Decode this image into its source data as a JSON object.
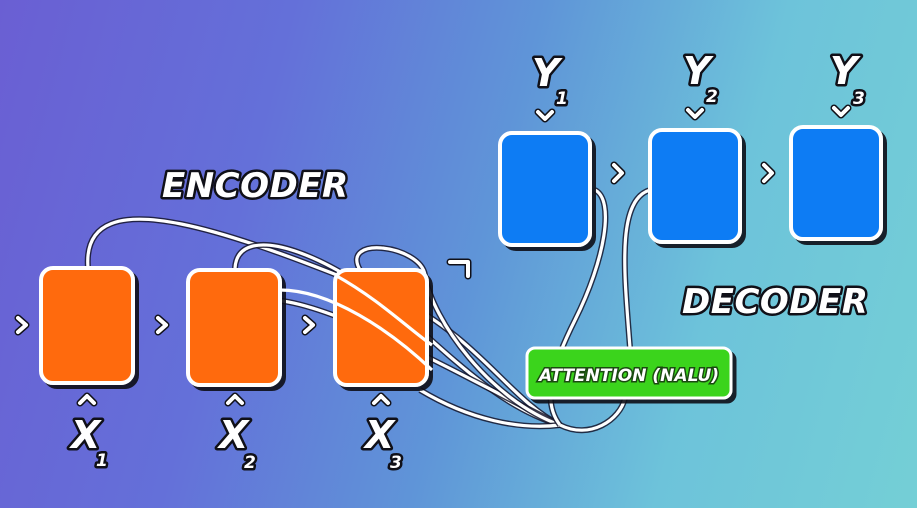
{
  "encoder": {
    "title": "ENCODER",
    "color": "#ff6a0a",
    "cells": [
      {
        "symbol": "X",
        "subscript": "1"
      },
      {
        "symbol": "X",
        "subscript": "2"
      },
      {
        "symbol": "X",
        "subscript": "3"
      }
    ]
  },
  "decoder": {
    "title": "DECODER",
    "color": "#0a7cf4",
    "cells": [
      {
        "symbol": "Y",
        "subscript": "1"
      },
      {
        "symbol": "Y",
        "subscript": "2"
      },
      {
        "symbol": "Y",
        "subscript": "3"
      }
    ]
  },
  "attention": {
    "label": "ATTENTION (NALU)",
    "color": "#3bd41a"
  },
  "colors": {
    "outline": "#ffffff",
    "background_left": "#6a5fd3",
    "background_right": "#74cfd6"
  }
}
